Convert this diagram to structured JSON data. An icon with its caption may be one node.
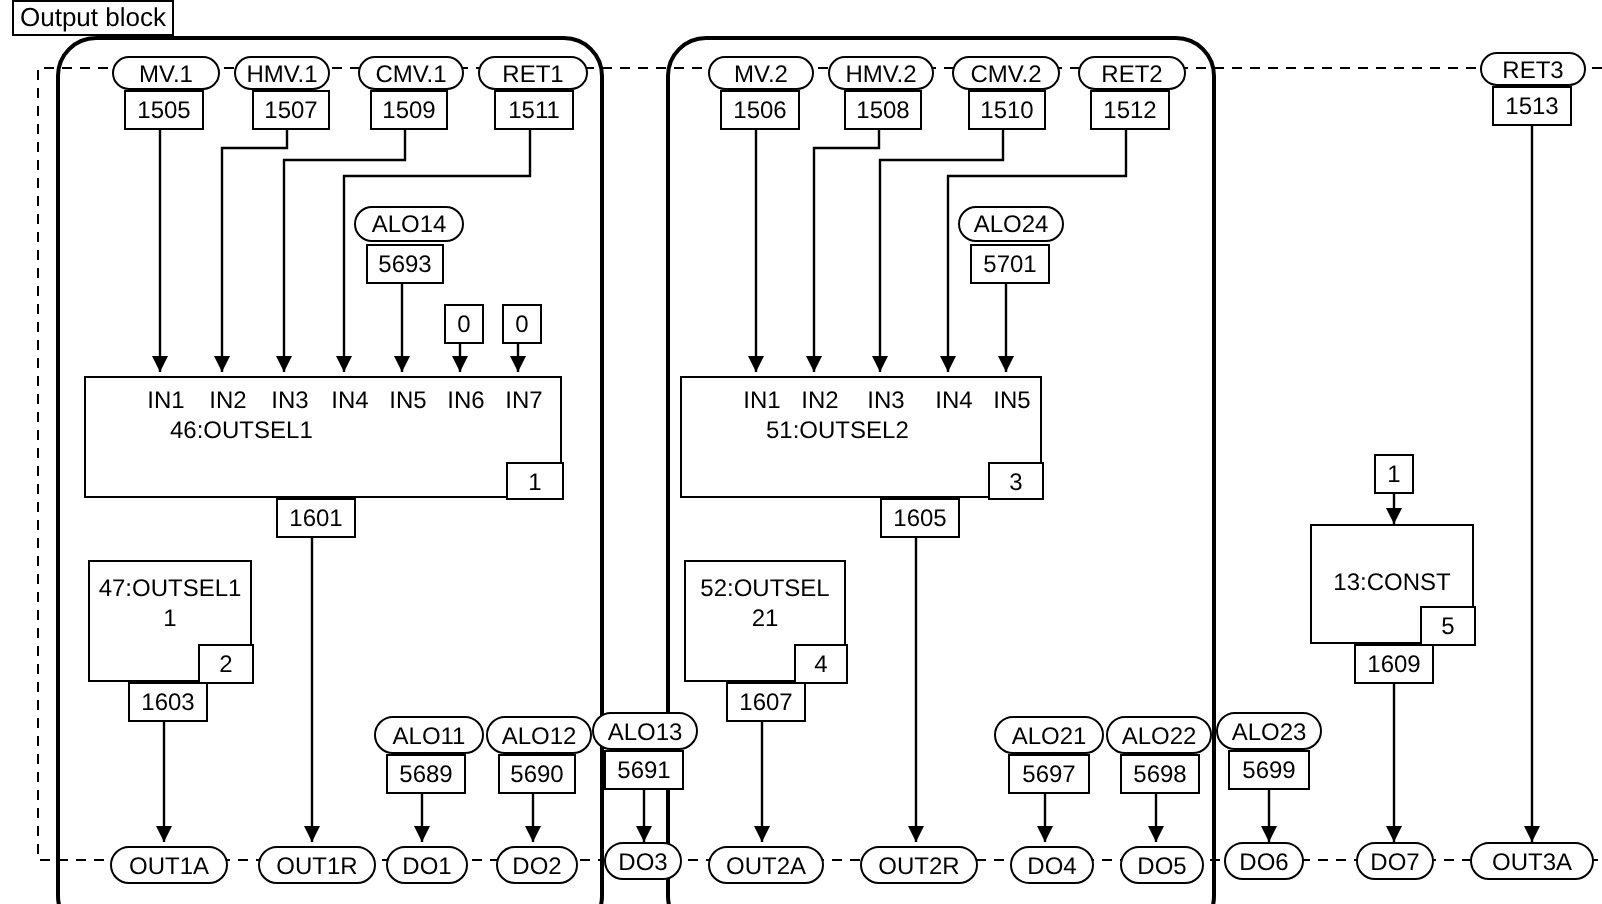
{
  "diagram": {
    "title": "Output block",
    "nodes": [
      {
        "text": [],
        "shape": "box"
      },
      {
        "text": [],
        "shape": "box"
      },
      {
        "text": [
          "MV.1"
        ],
        "in": 0
      },
      {
        "text": [
          "1505"
        ],
        "in": 0
      },
      {
        "text": [
          "HMV.1"
        ],
        "in": 0
      },
      {
        "text": [
          "1507"
        ],
        "in": 0
      },
      {
        "text": [
          "CMV.1"
        ],
        "in": 0
      },
      {
        "text": [
          "1509"
        ],
        "in": 0
      },
      {
        "text": [
          "RET1"
        ],
        "in": 0
      },
      {
        "text": [
          "1511"
        ],
        "in": 0
      },
      {
        "text": [
          "ALO14"
        ],
        "in": 0
      },
      {
        "text": [
          "5693"
        ],
        "in": 0
      },
      {
        "text": [
          "0"
        ],
        "in": 0
      },
      {
        "text": [
          "0"
        ],
        "in": 0
      },
      {
        "text": [
          "IN1",
          "IN2",
          "IN3",
          "IN4",
          "IN5",
          "IN6",
          "IN7",
          "46:OUTSEL1"
        ],
        "in": 0
      },
      {
        "text": [
          "1"
        ],
        "in": 14
      },
      {
        "text": [
          "1601"
        ],
        "in": 0
      },
      {
        "text": [
          "47:OUTSEL11"
        ],
        "in": 0
      },
      {
        "text": [
          "2"
        ],
        "in": 17
      },
      {
        "text": [
          "1603"
        ],
        "in": 0
      },
      {
        "text": [
          "ALO11"
        ],
        "in": 0
      },
      {
        "text": [
          "5689"
        ],
        "in": 0
      },
      {
        "text": [
          "ALO12"
        ],
        "in": 0
      },
      {
        "text": [
          "5690"
        ],
        "in": 0
      },
      {
        "text": [
          "OUT1A"
        ],
        "in": 0
      },
      {
        "text": [
          "OUT1R"
        ],
        "in": 0
      },
      {
        "text": [
          "DO1"
        ],
        "in": 0
      },
      {
        "text": [
          "DO2"
        ],
        "in": 0
      },
      {
        "text": [
          "ALO13"
        ]
      },
      {
        "text": [
          "5691"
        ]
      },
      {
        "text": [
          "DO3"
        ]
      },
      {
        "text": [
          "MV.2"
        ],
        "in": 1
      },
      {
        "text": [
          "1506"
        ],
        "in": 1
      },
      {
        "text": [
          "HMV.2"
        ],
        "in": 1
      },
      {
        "text": [
          "1508"
        ],
        "in": 1
      },
      {
        "text": [
          "CMV.2"
        ],
        "in": 1
      },
      {
        "text": [
          "1510"
        ],
        "in": 1
      },
      {
        "text": [
          "RET2"
        ],
        "in": 1
      },
      {
        "text": [
          "1512"
        ],
        "in": 1
      },
      {
        "text": [
          "ALO24"
        ],
        "in": 1
      },
      {
        "text": [
          "5701"
        ],
        "in": 1
      },
      {
        "text": [
          "IN1",
          "IN2",
          "IN3",
          "IN4",
          "IN5",
          "51:OUTSEL2"
        ],
        "in": 1
      },
      {
        "text": [
          "3"
        ],
        "in": 41
      },
      {
        "text": [
          "1605"
        ],
        "in": 1
      },
      {
        "text": [
          "52:OUTSEL21"
        ],
        "in": 1
      },
      {
        "text": [
          "4"
        ],
        "in": 44
      },
      {
        "text": [
          "1607"
        ],
        "in": 1
      },
      {
        "text": [
          "ALO21"
        ],
        "in": 1
      },
      {
        "text": [
          "5697"
        ],
        "in": 1
      },
      {
        "text": [
          "ALO22"
        ],
        "in": 1
      },
      {
        "text": [
          "5698"
        ],
        "in": 1
      },
      {
        "text": [
          "OUT2A"
        ],
        "in": 1
      },
      {
        "text": [
          "OUT2R"
        ],
        "in": 1
      },
      {
        "text": [
          "DO4"
        ],
        "in": 1
      },
      {
        "text": [
          "DO5"
        ],
        "in": 1
      },
      {
        "text": [
          "ALO23"
        ]
      },
      {
        "text": [
          "5699"
        ]
      },
      {
        "text": [
          "DO6"
        ]
      },
      {
        "text": [
          "1"
        ]
      },
      {
        "text": [
          "13:CONST"
        ]
      },
      {
        "text": [
          "5"
        ],
        "in": 59
      },
      {
        "text": [
          "1609"
        ]
      },
      {
        "text": [
          "DO7"
        ]
      },
      {
        "text": [
          "RET3"
        ]
      },
      {
        "text": [
          "1513"
        ]
      },
      {
        "text": [
          "OUT3A"
        ]
      }
    ],
    "edges": [
      {
        "from": 3,
        "to": 14,
        "arrow": "to"
      },
      {
        "from": 5,
        "to": 14,
        "arrow": "to"
      },
      {
        "from": 7,
        "to": 14,
        "arrow": "to"
      },
      {
        "from": 9,
        "to": 14,
        "arrow": "to"
      },
      {
        "from": 11,
        "to": 14,
        "arrow": "to"
      },
      {
        "from": 12,
        "to": 14,
        "arrow": "to"
      },
      {
        "from": 13,
        "to": 14,
        "arrow": "to"
      },
      {
        "from": 16,
        "to": 25,
        "arrow": "to"
      },
      {
        "from": 19,
        "to": 24,
        "arrow": "to"
      },
      {
        "from": 21,
        "to": 26,
        "arrow": "to"
      },
      {
        "from": 23,
        "to": 27,
        "arrow": "to"
      },
      {
        "from": 29,
        "to": 30,
        "arrow": "to"
      },
      {
        "from": 32,
        "to": 41,
        "arrow": "to"
      },
      {
        "from": 34,
        "to": 41,
        "arrow": "to"
      },
      {
        "from": 36,
        "to": 41,
        "arrow": "to"
      },
      {
        "from": 38,
        "to": 41,
        "arrow": "to"
      },
      {
        "from": 40,
        "to": 41,
        "arrow": "to"
      },
      {
        "from": 43,
        "to": 52,
        "arrow": "to"
      },
      {
        "from": 46,
        "to": 51,
        "arrow": "to"
      },
      {
        "from": 48,
        "to": 53,
        "arrow": "to"
      },
      {
        "from": 50,
        "to": 54,
        "arrow": "to"
      },
      {
        "from": 56,
        "to": 57,
        "arrow": "to"
      },
      {
        "from": 58,
        "to": 59,
        "arrow": "to"
      },
      {
        "from": 61,
        "to": 62,
        "arrow": "to"
      },
      {
        "from": 64,
        "to": 65,
        "arrow": "to"
      }
    ]
  }
}
